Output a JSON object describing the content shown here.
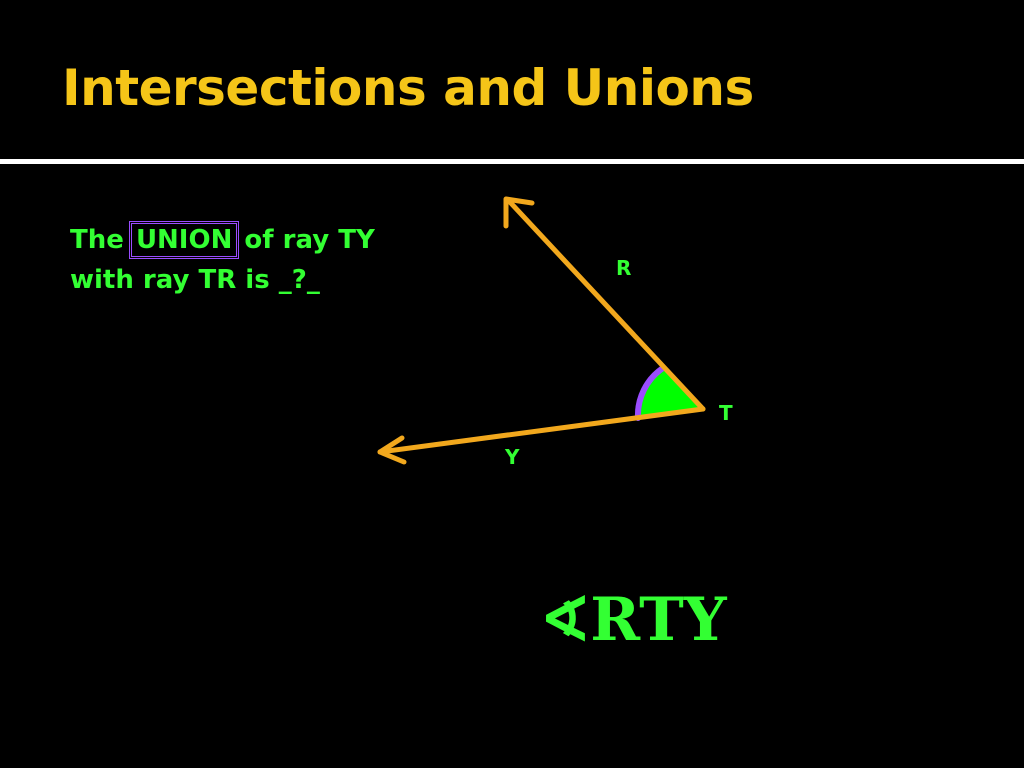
{
  "slide": {
    "title": "Intersections and Unions",
    "question": {
      "part1": "The ",
      "highlight": "UNION",
      "part2": " of ray TY",
      "line2": "with ray TR is  _?_"
    },
    "points": {
      "R": "R",
      "T": "T",
      "Y": "Y"
    },
    "answer": "∢RTY"
  },
  "colors": {
    "background": "#000000",
    "title": "#F5C518",
    "text": "#33FF33",
    "ray": "#F2A81D",
    "angle_fill": "#00FF00",
    "angle_arc": "#9B4DFF",
    "rule": "#FFFFFF"
  }
}
